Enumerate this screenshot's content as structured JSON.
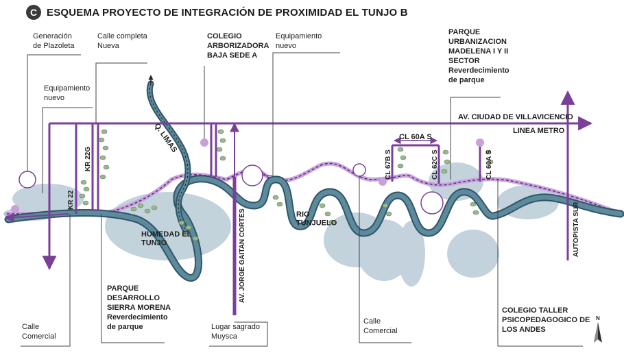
{
  "title": {
    "badge": "C",
    "text": "ESQUEMA PROYECTO DE INTEGRACIÓN DE PROXIMIDAD EL TUNJO B"
  },
  "colors": {
    "river": "#4d7a8c",
    "river_edge": "#2f5566",
    "water_area": "#b9cbd6",
    "street": "#7a3f99",
    "street_light": "#c9a3dd",
    "circle_fill": "#c8a0da",
    "leader": "#444444"
  },
  "annotations": {
    "plazoleta": "Generación\nde Plazoleta",
    "calle_completa": "Calle completa\nNueva",
    "colegio_arborizadora": "COLEGIO\nARBORIZADORA\nBAJA SEDE A",
    "equipamiento_1": "Equipamiento\nnuevo",
    "parque_madelena": "PARQUE\nURBANIZACION\nMADELENA I Y II\nSECTOR\nReverdecimiento\nde parque",
    "equipamiento_2": "Equipamiento\nnuevo",
    "calle_comercial_1": "Calle\nComercial",
    "parque_sierra": "PARQUE\nDESARROLLO\nSIERRA MORENA\nReverdecimiento\nde parque",
    "lugar_sagrado": "Lugar sagrado\nMuysca",
    "calle_comercial_2": "Calle\nComercial",
    "colegio_taller": "COLEGIO TALLER\nPSICOPEDAGOGICO DE\nLOS ANDES"
  },
  "map_labels": {
    "av_villavicencio": "AV. CIUDAD DE VILLAVICENCIO",
    "linea_metro": "LINEA METRO",
    "q_limas": "Q. LIMAS",
    "kr22": "KR 22",
    "kr22g": "KR 22G",
    "humedal": "HUMEDAD EL\nTUNJO",
    "av_gaitan": "AV. JORGE GAITAN CORTES",
    "rio": "RIO\nTUNJUELO",
    "cl60as": "CL 60A S",
    "cl67bs": "CL 67B S",
    "cl62cs": "CL 62C S",
    "cl60as_2": "CL 60A S",
    "autopista": "AUTOPISTA SUR",
    "north": "N"
  }
}
